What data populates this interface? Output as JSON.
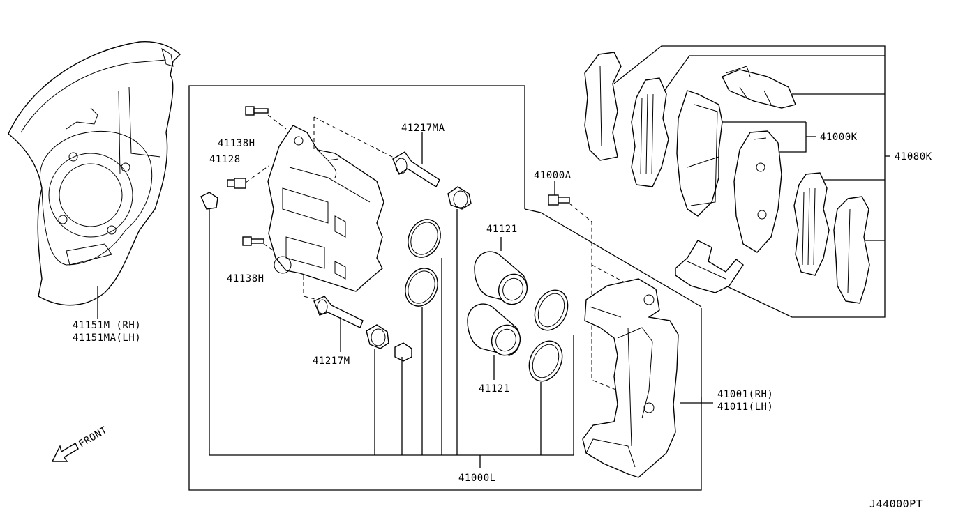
{
  "diagram": {
    "code": "J44000PT",
    "front_label": "FRONT",
    "labels": {
      "splash_rh": "41151M (RH)",
      "splash_lh": "41151MA(LH)",
      "bolt_upper": "41138H",
      "bleeder": "41128",
      "bolt_lower": "41138H",
      "pin_upper": "41217MA",
      "pin_lower": "41217M",
      "piston_upper": "41121",
      "piston_lower": "41121",
      "bolt_a": "41000A",
      "seal_kit": "41000L",
      "caliper_rh": "41001(RH)",
      "caliper_lh": "41011(LH)",
      "pad_kit": "41000K",
      "pad_set": "41080K"
    }
  }
}
